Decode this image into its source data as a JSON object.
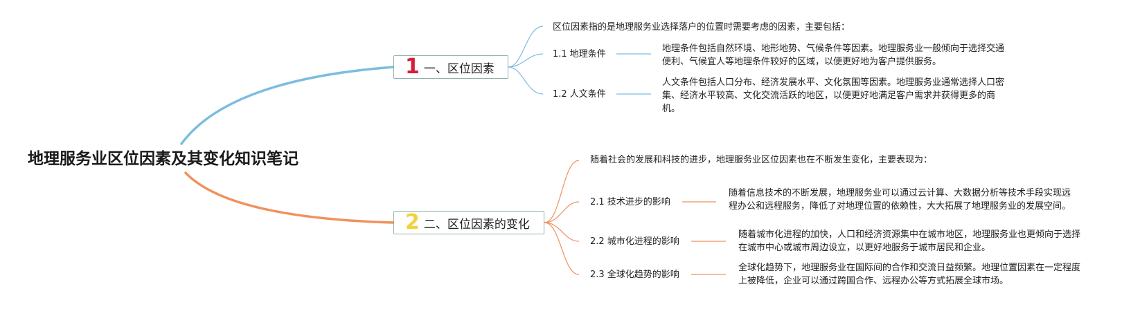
{
  "colors": {
    "branch1": "#7bbde0",
    "branch2": "#f0915e",
    "num1": "#d41e3c",
    "num2": "#f2d23a",
    "box_border": "#8fb0a8"
  },
  "root": {
    "title": "地理服务业区位因素及其变化知识笔记"
  },
  "branches": [
    {
      "number": "1",
      "label": "一、区位因素",
      "intro": "区位因素指的是地理服务业选择落户的位置时需要考虑的因素，主要包括：",
      "subs": [
        {
          "label": "1.1 地理条件",
          "detail": "地理条件包括自然环境、地形地势、气候条件等因素。地理服务业一般倾向于选择交通便利、气候宜人等地理条件较好的区域，以便更好地为客户提供服务。"
        },
        {
          "label": "1.2 人文条件",
          "detail": "人文条件包括人口分布、经济发展水平、文化氛围等因素。地理服务业通常选择人口密集、经济水平较高、文化交流活跃的地区，以便更好地满足客户需求并获得更多的商机。"
        }
      ]
    },
    {
      "number": "2",
      "label": "二、区位因素的变化",
      "intro": "随着社会的发展和科技的进步，地理服务业区位因素也在不断发生变化，主要表现为：",
      "subs": [
        {
          "label": "2.1 技术进步的影响",
          "detail": "随着信息技术的不断发展，地理服务业可以通过云计算、大数据分析等技术手段实现远程办公和远程服务，降低了对地理位置的依赖性，大大拓展了地理服务业的发展空间。"
        },
        {
          "label": "2.2 城市化进程的影响",
          "detail": "随着城市化进程的加快，人口和经济资源集中在城市地区，地理服务业也更倾向于选择在城市中心或城市周边设立，以更好地服务于城市居民和企业。"
        },
        {
          "label": "2.3 全球化趋势的影响",
          "detail": "全球化趋势下，地理服务业在国际间的合作和交流日益频繁。地理位置因素在一定程度上被降低，企业可以通过跨国合作、远程办公等方式拓展全球市场。"
        }
      ]
    }
  ]
}
